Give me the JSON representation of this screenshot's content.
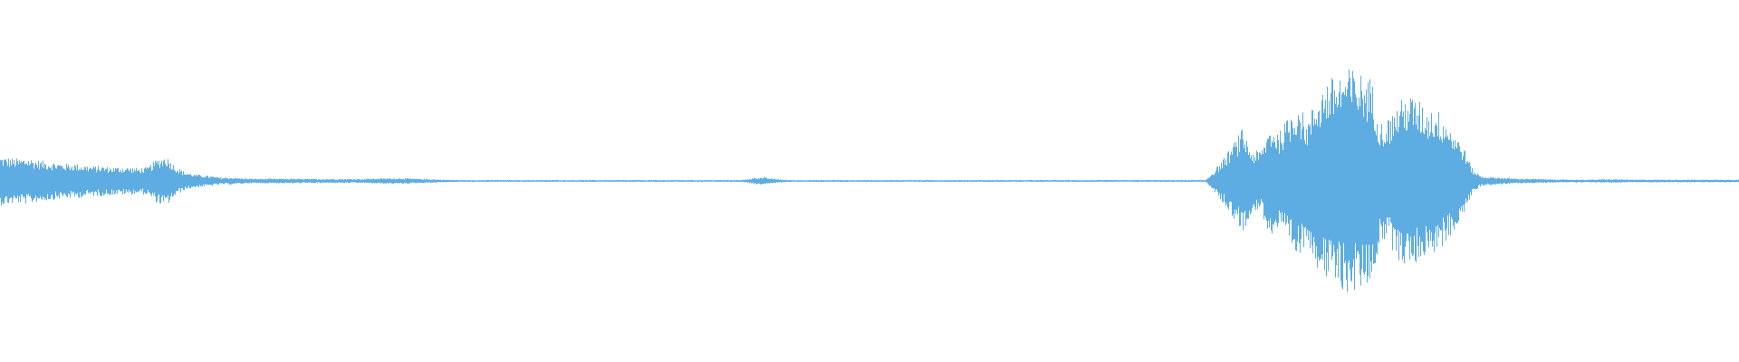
{
  "waveform": {
    "color": "#5DADE2",
    "background": "#FFFFFF",
    "amplitude_envelope": [
      0.21,
      0.2,
      0.19,
      0.2,
      0.18,
      0.17,
      0.16,
      0.15,
      0.15,
      0.14,
      0.13,
      0.13,
      0.12,
      0.12,
      0.12,
      0.11,
      0.12,
      0.19,
      0.22,
      0.13,
      0.08,
      0.06,
      0.05,
      0.04,
      0.03,
      0.03,
      0.025,
      0.02,
      0.02,
      0.02,
      0.02,
      0.02,
      0.02,
      0.018,
      0.018,
      0.018,
      0.018,
      0.018,
      0.018,
      0.018,
      0.02,
      0.022,
      0.024,
      0.024,
      0.024,
      0.02,
      0.018,
      0.015,
      0.012,
      0.01,
      0.008,
      0.008,
      0.008,
      0.008,
      0.008,
      0.008,
      0.008,
      0.008,
      0.008,
      0.008,
      0.008,
      0.008,
      0.008,
      0.008,
      0.008,
      0.008,
      0.008,
      0.008,
      0.008,
      0.008,
      0.008,
      0.008,
      0.008,
      0.008,
      0.008,
      0.008,
      0.008,
      0.008,
      0.008,
      0.008,
      0.008,
      0.012,
      0.03,
      0.03,
      0.02,
      0.012,
      0.008,
      0.008,
      0.008,
      0.008,
      0.008,
      0.008,
      0.008,
      0.008,
      0.008,
      0.008,
      0.008,
      0.008,
      0.008,
      0.008,
      0.008,
      0.008,
      0.008,
      0.008,
      0.008,
      0.008,
      0.008,
      0.008,
      0.008,
      0.008,
      0.008,
      0.008,
      0.008,
      0.008,
      0.008,
      0.008,
      0.008,
      0.008,
      0.008,
      0.008,
      0.008,
      0.008,
      0.008,
      0.008,
      0.008,
      0.008,
      0.008,
      0.008,
      0.008,
      0.008,
      0.008,
      0.008,
      0.1,
      0.2,
      0.32,
      0.45,
      0.26,
      0.26,
      0.48,
      0.42,
      0.55,
      0.7,
      0.5,
      0.72,
      0.85,
      0.9,
      0.95,
      0.96,
      0.92,
      0.88,
      0.5,
      0.55,
      0.68,
      0.74,
      0.7,
      0.62,
      0.62,
      0.55,
      0.42,
      0.3,
      0.1,
      0.04,
      0.035,
      0.03,
      0.025,
      0.02,
      0.02,
      0.018,
      0.015,
      0.015,
      0.012,
      0.012,
      0.012,
      0.012,
      0.015,
      0.015,
      0.015,
      0.012,
      0.012,
      0.012,
      0.012,
      0.012,
      0.012,
      0.012,
      0.012,
      0.012,
      0.012,
      0.012,
      0.012,
      0.012
    ]
  }
}
